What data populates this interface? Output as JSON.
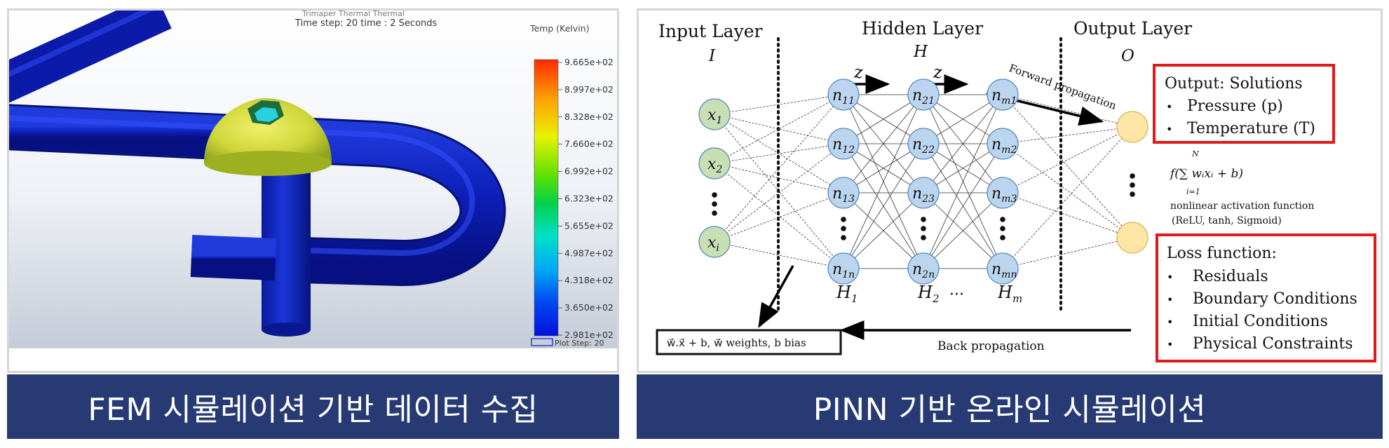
{
  "fem": {
    "header_line1": "Trimaper Thermal Thermal",
    "header_line2": "Time step: 20   time : 2 Seconds",
    "legend_title": "Temp (Kelvin)",
    "ticks": [
      "9.665e+02",
      "8.997e+02",
      "8.328e+02",
      "7.660e+02",
      "6.992e+02",
      "6.323e+02",
      "5.655e+02",
      "4.987e+02",
      "4.318e+02",
      "3.650e+02",
      "2.981e+02"
    ],
    "plot_step": "Plot Step: 20"
  },
  "pinn": {
    "input_layer_title": "Input Layer",
    "input_layer_symbol": "I",
    "hidden_layer_title": "Hidden Layer",
    "hidden_layer_symbol": "H",
    "output_layer_title": "Output Layer",
    "output_layer_symbol": "O",
    "z_label_1": "z",
    "z_label_2": "z",
    "forward_label": "Forward propagation",
    "backward_label": "Back propagation",
    "input_nodes": [
      {
        "base": "x",
        "sub": "1"
      },
      {
        "base": "x",
        "sub": "2"
      },
      {
        "base": "x",
        "sub": "i"
      }
    ],
    "h1_nodes": [
      {
        "base": "n",
        "sub": "11"
      },
      {
        "base": "n",
        "sub": "12"
      },
      {
        "base": "n",
        "sub": "13"
      },
      {
        "base": "n",
        "sub": "1n"
      }
    ],
    "h2_nodes": [
      {
        "base": "n",
        "sub": "21"
      },
      {
        "base": "n",
        "sub": "22"
      },
      {
        "base": "n",
        "sub": "23"
      },
      {
        "base": "n",
        "sub": "2n"
      }
    ],
    "hm_nodes": [
      {
        "base": "n",
        "sub": "m1"
      },
      {
        "base": "n",
        "sub": "m2"
      },
      {
        "base": "n",
        "sub": "m3"
      },
      {
        "base": "n",
        "sub": "mn"
      }
    ],
    "layer_labels": [
      {
        "base": "H",
        "sub": "1"
      },
      {
        "base": "H",
        "sub": "2"
      },
      {
        "base": "H",
        "sub": "m"
      }
    ],
    "layer_ellipsis": "···",
    "output_box": {
      "title": "Output: Solutions",
      "items": [
        "Pressure (p)",
        "Temperature (T)"
      ]
    },
    "activation": {
      "formula": "f(∑ wᵢxᵢ + b)",
      "sum_upper": "N",
      "sum_lower": "i=1",
      "description_1": "nonlinear activation function",
      "description_2": "(ReLU, tanh, Sigmoid)"
    },
    "loss_box": {
      "title": "Loss function:",
      "items": [
        "Residuals",
        "Boundary Conditions",
        "Initial Conditions",
        "Physical Constraints"
      ]
    },
    "weights_box": "w⃗.x⃗ + b, w⃗ weights, b bias"
  },
  "captions": {
    "left": "FEM 시뮬레이션 기반 데이터 수집",
    "right": "PINN 기반 온라인 시뮬레이션"
  },
  "colors": {
    "caption_bg": "#273a73",
    "node_input": "#c7dfb4",
    "node_hidden": "#bcd5ee",
    "node_output": "#fde5a6",
    "box_red": "#e0191b"
  }
}
